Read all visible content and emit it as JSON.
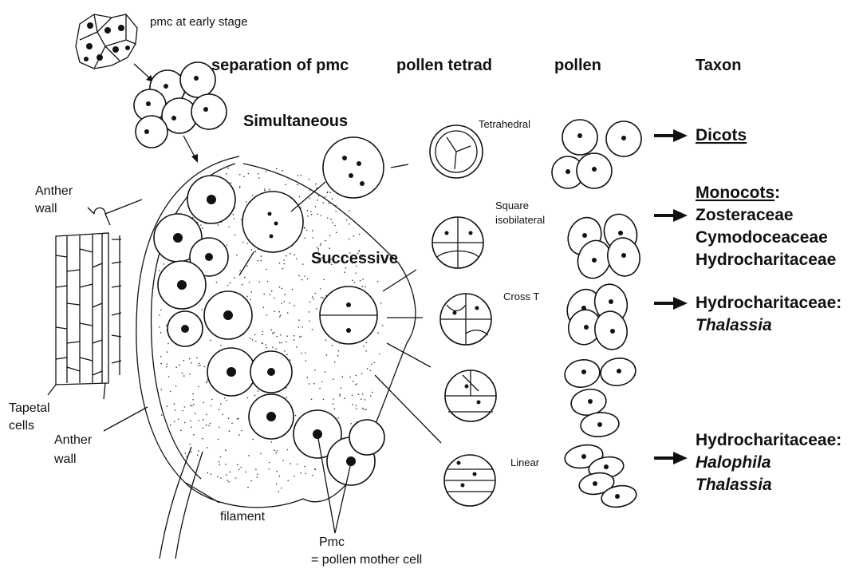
{
  "labels": {
    "pmc_early": "pmc at early stage",
    "anther_wall_top": [
      "Anther",
      "wall"
    ],
    "tapetal": [
      "Tapetal",
      "cells"
    ],
    "anther_wall_bottom": [
      "Anther",
      "wall"
    ],
    "filament": "filament",
    "pmc_name": "Pmc",
    "pmc_def": "= pollen mother cell",
    "simultaneous": "Simultaneous",
    "successive": "Successive"
  },
  "headers": {
    "separation": "separation of pmc",
    "tetrad": "pollen tetrad",
    "pollen": "pollen",
    "taxon": "Taxon"
  },
  "tetrad_types": {
    "tetrahedral": "Tetrahedral",
    "square": [
      "Square",
      "isobilateral"
    ],
    "cross": "Cross T",
    "linear": "Linear"
  },
  "taxa": {
    "dicots": "Dicots",
    "monocots": "Monocots",
    "monocots_colon": ":",
    "zoster": "Zosteraceae",
    "cymo": "Cymodoceaceae",
    "hydro1": "Hydrocharitaceae",
    "hydro2": "Hydrocharitaceae:",
    "thal1": "Thalassia",
    "hydro3": "Hydrocharitaceae:",
    "halo": "Halophila",
    "thal2": "Thalassia"
  }
}
